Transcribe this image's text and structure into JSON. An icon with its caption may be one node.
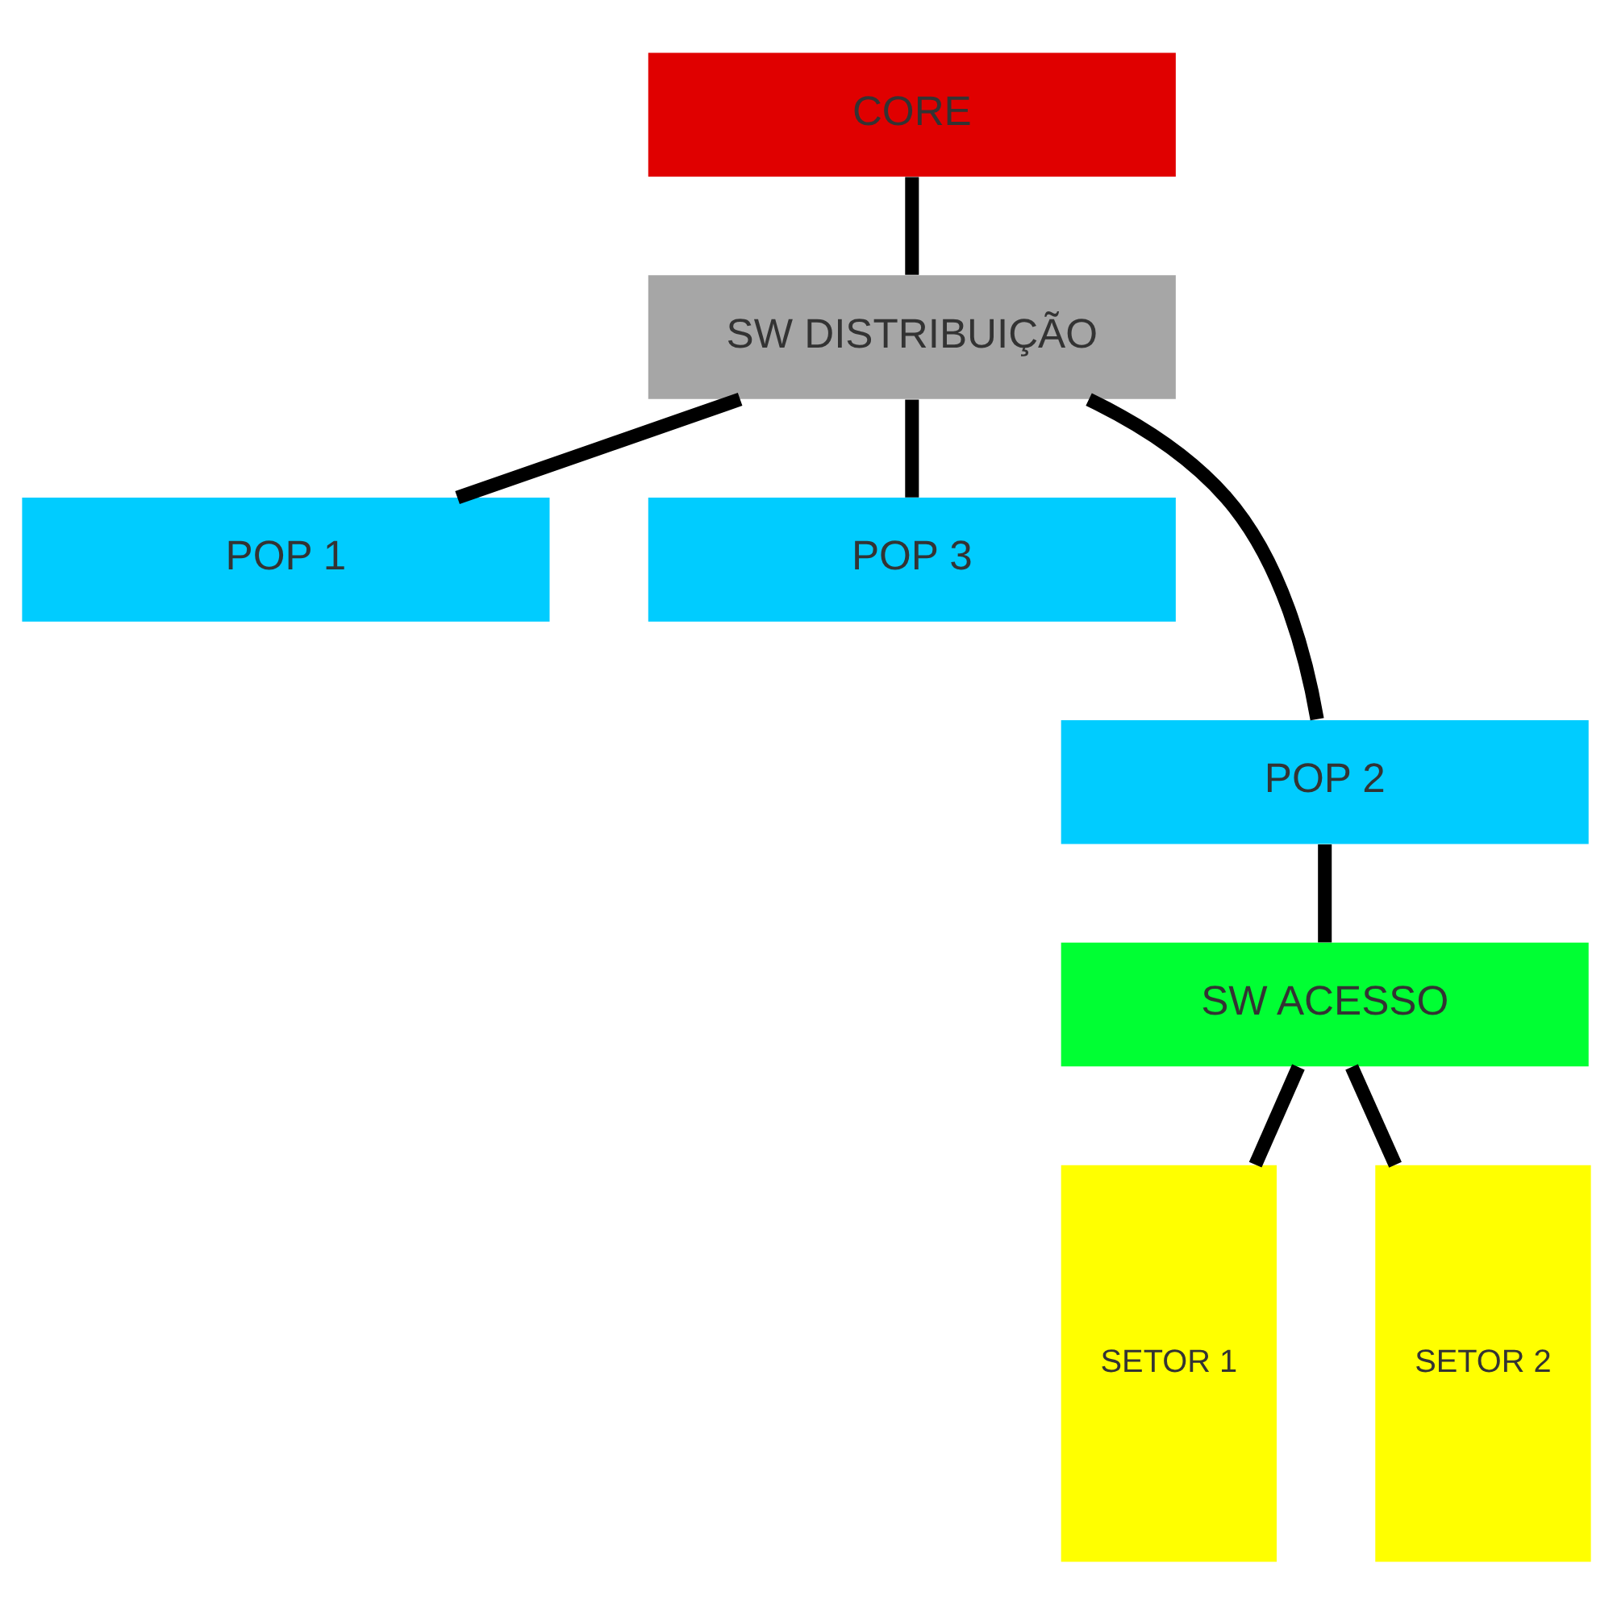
{
  "diagram": {
    "nodes": [
      {
        "text": [
          "CORE"
        ]
      },
      {
        "text": [
          "SW DISTRIBUIÇÃO"
        ]
      },
      {
        "text": [
          "POP 1"
        ]
      },
      {
        "text": [
          "POP 3"
        ]
      },
      {
        "text": [
          "POP 2"
        ]
      },
      {
        "text": [
          "SW ACESSO"
        ]
      },
      {
        "text": [
          "SETOR 1"
        ]
      },
      {
        "text": [
          "SETOR 2"
        ]
      }
    ],
    "edges": [
      {
        "from": 0,
        "to": 1,
        "arrow": "none"
      },
      {
        "from": 1,
        "to": 2,
        "arrow": "none"
      },
      {
        "from": 1,
        "to": 4,
        "arrow": "none"
      },
      {
        "from": 1,
        "to": 3,
        "arrow": "none"
      },
      {
        "from": 4,
        "to": 5,
        "arrow": "none"
      },
      {
        "from": 5,
        "to": 6,
        "arrow": "none"
      },
      {
        "from": 5,
        "to": 7,
        "arrow": "none"
      }
    ]
  }
}
